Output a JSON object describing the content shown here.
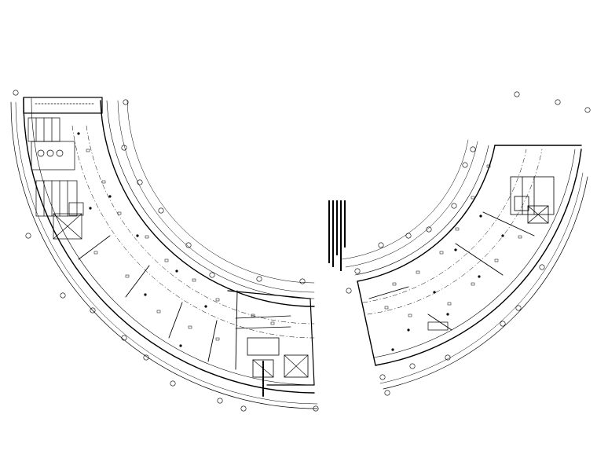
{
  "drawing": {
    "type": "floor-plan",
    "line_color": "#000000",
    "background": "#ffffff",
    "views": [
      {
        "name": "left-plan",
        "shape": "quarter-ring"
      },
      {
        "name": "right-plan",
        "shape": "partial-ring"
      }
    ],
    "notes": {
      "text": "",
      "legible": false
    }
  }
}
